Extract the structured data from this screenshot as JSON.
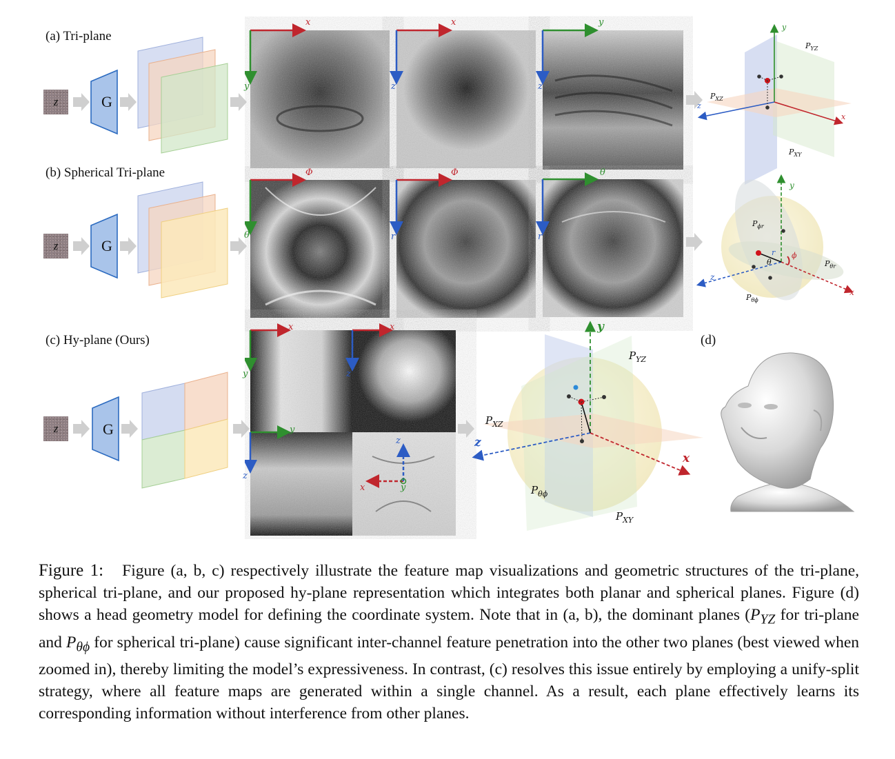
{
  "rows": {
    "a_label": "(a) Tri-plane",
    "b_label": "(b) Spherical Tri-plane",
    "c_label": "(c) Hy-plane (Ours)",
    "d_label": "(d)"
  },
  "net": {
    "z": "z",
    "g": "G"
  },
  "axes": {
    "x": "x",
    "y": "y",
    "z": "z",
    "phi": "Φ",
    "theta": "θ",
    "r": "r",
    "phi_small": "ϕ",
    "pyz": "P",
    "pyz_sub": "YZ",
    "pxz": "P",
    "pxz_sub": "XZ",
    "pxy": "P",
    "pxy_sub": "XY",
    "ptp": "P",
    "ptp_sub": "θϕ",
    "ppr": "P",
    "ppr_sub": "ϕr",
    "ptr": "P",
    "ptr_sub": "θr"
  },
  "colors": {
    "x_axis": "#c0262d",
    "y_axis": "#2f8f2f",
    "z_axis": "#2c5cc4",
    "plane_blue": "#c9d3ee",
    "plane_orange": "#f6d6c0",
    "plane_green": "#d2e7c8",
    "plane_yellow": "#fbe9bb",
    "gen_blue": "#a9c4ea",
    "arrow_gray": "#cfcfcf"
  },
  "caption": {
    "fig_label": "Figure 1:",
    "t1": "Figure (a, b, c) respectively illustrate the feature map visualizations and geometric structures of the tri-plane, spherical tri-plane, and our proposed hy-plane representation which integrates both planar and spherical planes. Figure (d) shows a head geometry model for defining the coordinate system. Note that in (a, b), the dominant planes (",
    "p1": "P",
    "p1_sub": "YZ",
    "t2": " for tri-plane and ",
    "p2": "P",
    "p2_sub": "θϕ",
    "t3": " for spherical tri-plane) cause significant inter-channel feature penetration into the other two planes (best viewed when zoomed in), thereby limiting the model’s expressiveness. In contrast, (c) resolves this issue entirely by employing a unify-split strategy, where all feature maps are generated within a single channel.  As a result, each plane effectively learns its corresponding information without interference from other planes."
  }
}
